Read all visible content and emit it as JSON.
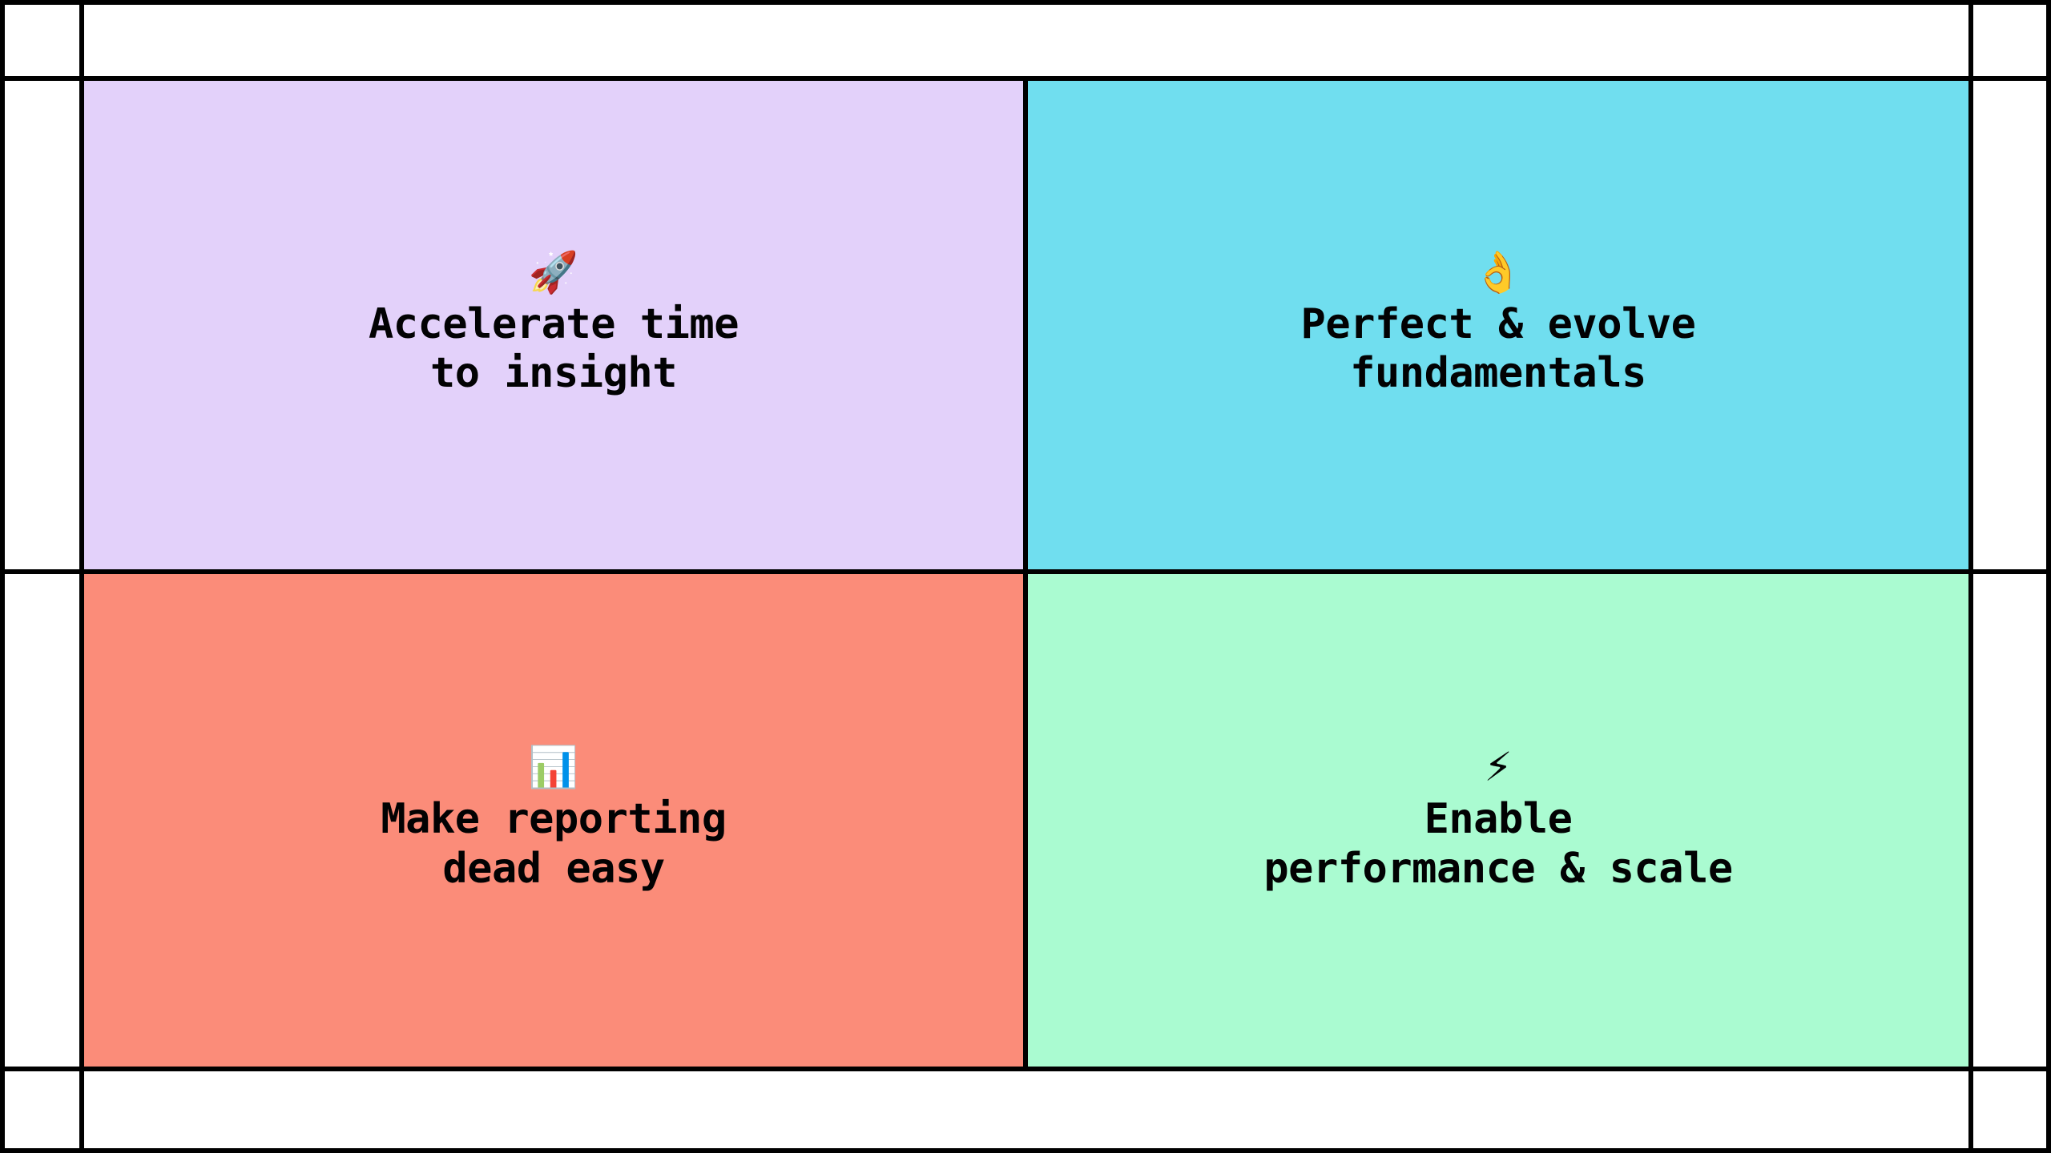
{
  "board": {
    "background": "#FFFFFF",
    "rule_color": "#000000",
    "quadrant_count": 4
  },
  "header": {
    "label": ""
  },
  "footer": {
    "label": ""
  },
  "quadrants": [
    {
      "id": "accelerate-time-to-insight",
      "position": "top-left",
      "emoji": "🚀",
      "emoji_name": "rocket-icon",
      "title": "Accelerate time\nto insight",
      "title_line_1": "Accelerate time",
      "title_line_2": "to insight",
      "background": "#E3D1FA",
      "text_color": "#020203"
    },
    {
      "id": "perfect-and-evolve-fundamentals",
      "position": "top-right",
      "emoji": "👌",
      "emoji_name": "ok-hand-icon",
      "title": "Perfect & evolve\nfundamentals",
      "title_line_1": "Perfect & evolve",
      "title_line_2": "fundamentals",
      "background": "#70DEEF",
      "text_color": "#020203"
    },
    {
      "id": "make-reporting-dead-easy",
      "position": "bottom-left",
      "emoji": "📊",
      "emoji_name": "bar-chart-icon",
      "title": "Make reporting\ndead easy",
      "title_line_1": "Make reporting",
      "title_line_2": "dead easy",
      "background": "#FB8C79",
      "text_color": "#020203"
    },
    {
      "id": "enable-performance-and-scale",
      "position": "bottom-right",
      "emoji": "⚡",
      "emoji_name": "high-voltage-icon",
      "title": "Enable\nperformance & scale",
      "title_line_1": "Enable",
      "title_line_2": "performance & scale",
      "background": "#AAFBD1",
      "text_color": "#020203"
    }
  ]
}
